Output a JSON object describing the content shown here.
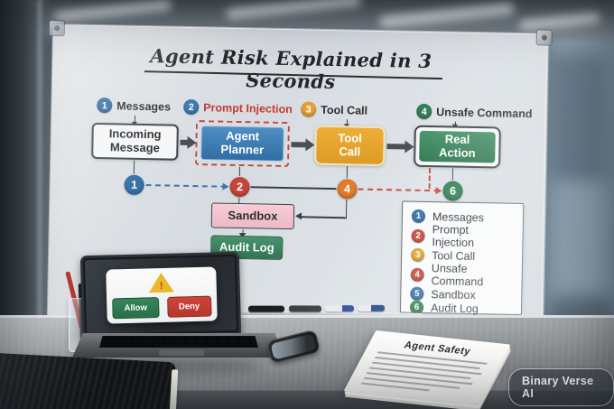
{
  "title": "Agent Risk Explained in 3 Seconds",
  "watermark": "Binary Verse AI",
  "diagram": {
    "top_labels": [
      {
        "num": "1",
        "label": "Messages",
        "circle_color": "#2f6ea6",
        "label_color": "#2a2d30"
      },
      {
        "num": "2",
        "label": "Prompt Injection",
        "circle_color": "#3a79b0",
        "label_color": "#c23b35"
      },
      {
        "num": "3",
        "label": "Tool Call",
        "circle_color": "#e6a13a",
        "label_color": "#2a2d30"
      },
      {
        "num": "4",
        "label": "Unsafe Command",
        "circle_color": "#35805a",
        "label_color": "#2a2d30"
      }
    ],
    "boxes": [
      {
        "label": "Incoming\nMessage",
        "color": "#f5f6f7"
      },
      {
        "label": "Agent\nPlanner",
        "color": "#3878b4",
        "outline": "red-dashed"
      },
      {
        "label": "Tool\nCall",
        "color": "#e8a33d"
      },
      {
        "label": "Real\nAction",
        "color": "#3d8a60"
      }
    ],
    "step_circles": [
      {
        "num": "1",
        "color": "#2f6ea6"
      },
      {
        "num": "2",
        "color": "#c4453c"
      },
      {
        "num": "4",
        "color": "#e07b2f"
      },
      {
        "num": "6",
        "color": "#2f7d4f"
      }
    ],
    "sandbox_label": "Sandbox",
    "audit_label": "Audit Log"
  },
  "legend": {
    "items": [
      {
        "num": "1",
        "label": "Messages",
        "color": "#2f6ea6"
      },
      {
        "num": "2",
        "label": "Prompt Injection",
        "color": "#c4453c"
      },
      {
        "num": "3",
        "label": "Tool Call",
        "color": "#e3a02d"
      },
      {
        "num": "4",
        "label": "Unsafe Command",
        "color": "#c4453c"
      },
      {
        "num": "5",
        "label": "Sandbox",
        "color": "#2f6ea6"
      },
      {
        "num": "6",
        "label": "Audit Log",
        "color": "#2f7d4f"
      }
    ]
  },
  "laptop_dialog": {
    "allow": "Allow",
    "deny": "Deny",
    "warning_color": "#e8b423",
    "allow_color": "#2e7d4f",
    "deny_color": "#c8382e"
  },
  "icons": {
    "warning_mark": "!"
  },
  "paper": {
    "title": "Agent Safety"
  }
}
